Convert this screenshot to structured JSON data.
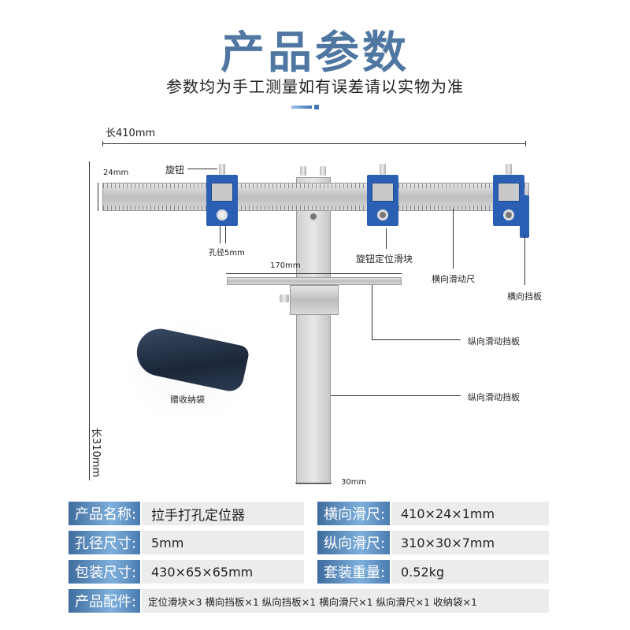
{
  "header": {
    "title": "产品参数",
    "subtitle": "参数均为手工测量如有误差请以实物为准",
    "accent_color": "#4f77a1"
  },
  "diagram": {
    "length_label": "长410mm",
    "height_label": "长310mm",
    "width_label": "24mm",
    "knob_label": "旋钮",
    "hole_label": "孔径5mm",
    "slider_label": "旋钮定位滑块",
    "h_ruler_label": "横向滑动尺",
    "h_stop_label": "横向挡板",
    "crossbar_length": "170mm",
    "v_stop_label_1": "纵向滑动挡板",
    "v_stop_label_2": "纵向滑动挡板",
    "v_ruler_width": "30mm",
    "bag_label": "赠收纳袋",
    "slider_color": "#2b5fb4"
  },
  "specs": {
    "rows": [
      {
        "k1": "产品名称:",
        "v1": "拉手打孔定位器",
        "k2": "横向滑尺:",
        "v2": "410×24×1mm"
      },
      {
        "k1": "孔径尺寸:",
        "v1": "5mm",
        "k2": "纵向滑尺:",
        "v2": "310×30×7mm"
      },
      {
        "k1": "包装尺寸:",
        "v1": "430×65×65mm",
        "k2": "套装重量:",
        "v2": "0.52kg"
      }
    ],
    "accessories": {
      "k": "产品配件:",
      "v": "定位滑块×3 横向挡板×1 纵向挡板×1 横向滑尺×1 纵向滑尺×1 收纳袋×1"
    }
  }
}
